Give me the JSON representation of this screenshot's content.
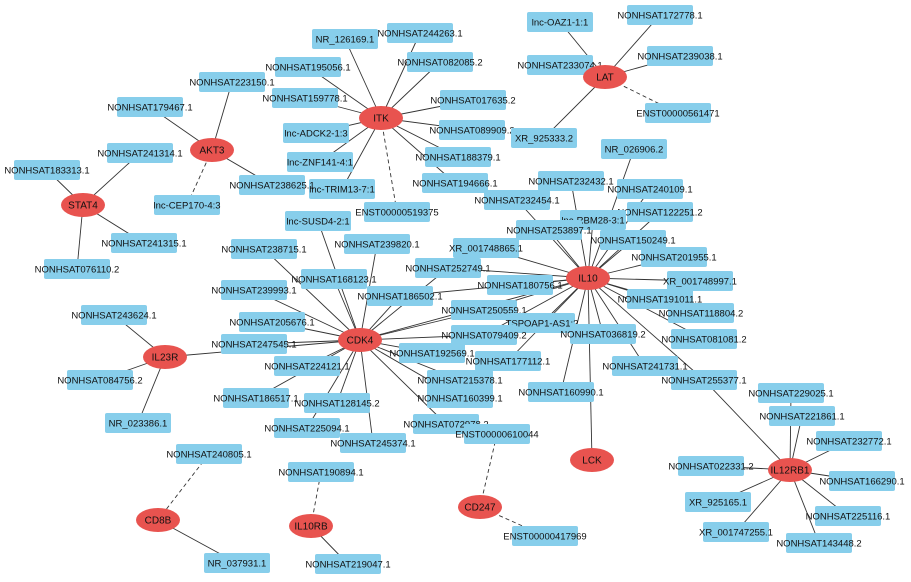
{
  "style": {
    "lnc_fill": "#87ceeb",
    "hub_fill": "#e8534f",
    "edge_color": "#333333"
  },
  "hubs": [
    {
      "id": "ITK",
      "label": "ITK"
    },
    {
      "id": "LAT",
      "label": "LAT"
    },
    {
      "id": "AKT3",
      "label": "AKT3"
    },
    {
      "id": "STAT4",
      "label": "STAT4"
    },
    {
      "id": "IL10",
      "label": "IL10"
    },
    {
      "id": "CDK4",
      "label": "CDK4"
    },
    {
      "id": "IL23R",
      "label": "IL23R"
    },
    {
      "id": "LCK",
      "label": "LCK"
    },
    {
      "id": "IL12RB1",
      "label": "IL12RB1"
    },
    {
      "id": "CD8B",
      "label": "CD8B"
    },
    {
      "id": "IL10RB",
      "label": "IL10RB"
    },
    {
      "id": "CD247",
      "label": "CD247"
    }
  ],
  "lnc": [
    {
      "id": "n1",
      "label": "NR_126169.1"
    },
    {
      "id": "n2",
      "label": "NONHSAT244263.1"
    },
    {
      "id": "n3",
      "label": "NONHSAT195056.1"
    },
    {
      "id": "n4",
      "label": "NONHSAT082085.2"
    },
    {
      "id": "n5",
      "label": "NONHSAT223150.1"
    },
    {
      "id": "n6",
      "label": "NONHSAT159778.1"
    },
    {
      "id": "n7",
      "label": "NONHSAT017635.2"
    },
    {
      "id": "n8",
      "label": "NONHSAT179467.1"
    },
    {
      "id": "n9",
      "label": "lnc-ADCK2-1:3"
    },
    {
      "id": "n10",
      "label": "NONHSAT089909.2"
    },
    {
      "id": "n11",
      "label": "lnc-ZNF141-4:1"
    },
    {
      "id": "n12",
      "label": "NONHSAT188379.1"
    },
    {
      "id": "n13",
      "label": "NONHSAT194666.1"
    },
    {
      "id": "n14",
      "label": "lnc-TRIM13-7:1"
    },
    {
      "id": "n15",
      "label": "ENST00000519375"
    },
    {
      "id": "n16",
      "label": "lnc-OAZ1-1:1"
    },
    {
      "id": "n17",
      "label": "NONHSAT172778.1"
    },
    {
      "id": "n18",
      "label": "NONHSAT239038.1"
    },
    {
      "id": "n19",
      "label": "NONHSAT233074.1"
    },
    {
      "id": "n20",
      "label": "ENST00000561471"
    },
    {
      "id": "n21",
      "label": "XR_925333.2"
    },
    {
      "id": "n22",
      "label": "NR_026906.2"
    },
    {
      "id": "n23",
      "label": "NONHSAT241314.1"
    },
    {
      "id": "n24",
      "label": "NONHSAT183313.1"
    },
    {
      "id": "n25",
      "label": "NONHSAT238625.1"
    },
    {
      "id": "n26",
      "label": "lnc-CEP170-4:3"
    },
    {
      "id": "n27",
      "label": "NONHSAT241315.1"
    },
    {
      "id": "n28",
      "label": "NONHSAT076110.2"
    },
    {
      "id": "n29",
      "label": "NONHSAT232432.1"
    },
    {
      "id": "n30",
      "label": "NONHSAT240109.1"
    },
    {
      "id": "n31",
      "label": "NONHSAT232454.1"
    },
    {
      "id": "n32",
      "label": "NONHSAT122251.2"
    },
    {
      "id": "n33",
      "label": "lnc-RBM28-3:1"
    },
    {
      "id": "n34",
      "label": "NONHSAT253897.1"
    },
    {
      "id": "n35",
      "label": "NONHSAT150249.1"
    },
    {
      "id": "n36",
      "label": "lnc-SUSD4-2:1"
    },
    {
      "id": "n37",
      "label": "XR_001748865.1"
    },
    {
      "id": "n38",
      "label": "NONHSAT201955.1"
    },
    {
      "id": "n39",
      "label": "NONHSAT238715.1"
    },
    {
      "id": "n40",
      "label": "NONHSAT239820.1"
    },
    {
      "id": "n41",
      "label": "NONHSAT252749.1"
    },
    {
      "id": "n42",
      "label": "XR_001748997.1"
    },
    {
      "id": "n43",
      "label": "NONHSAT168123.1"
    },
    {
      "id": "n44",
      "label": "NONHSAT239993.1"
    },
    {
      "id": "n45",
      "label": "NONHSAT186502.1"
    },
    {
      "id": "n46",
      "label": "NONHSAT180756.1"
    },
    {
      "id": "n47",
      "label": "NONHSAT191011.1"
    },
    {
      "id": "n48",
      "label": "NONHSAT243624.1"
    },
    {
      "id": "n49",
      "label": "NONHSAT205676.1"
    },
    {
      "id": "n50",
      "label": "NONHSAT250559.1"
    },
    {
      "id": "n51",
      "label": "NONHSAT118804.2"
    },
    {
      "id": "n52",
      "label": "TSPOAP1-AS1:2"
    },
    {
      "id": "n53",
      "label": "NONHSAT247545.1"
    },
    {
      "id": "n54",
      "label": "NONHSAT079409.2"
    },
    {
      "id": "n55",
      "label": "NONHSAT036819.2"
    },
    {
      "id": "n56",
      "label": "NONHSAT081081.2"
    },
    {
      "id": "n57",
      "label": "NONHSAT192569.1"
    },
    {
      "id": "n58",
      "label": "NONHSAT084756.2"
    },
    {
      "id": "n59",
      "label": "NONHSAT224121.1"
    },
    {
      "id": "n60",
      "label": "NONHSAT177112.1"
    },
    {
      "id": "n61",
      "label": "NONHSAT241731.1"
    },
    {
      "id": "n62",
      "label": "NONHSAT215378.1"
    },
    {
      "id": "n63",
      "label": "NONHSAT255377.1"
    },
    {
      "id": "n64",
      "label": "NONHSAT186517.1"
    },
    {
      "id": "n65",
      "label": "NONHSAT128145.2"
    },
    {
      "id": "n66",
      "label": "NONHSAT160399.1"
    },
    {
      "id": "n67",
      "label": "NR_023386.1"
    },
    {
      "id": "n68",
      "label": "NONHSAT160990.1"
    },
    {
      "id": "n69",
      "label": "NONHSAT229025.1"
    },
    {
      "id": "n70",
      "label": "NONHSAT225094.1"
    },
    {
      "id": "n71",
      "label": "NONHSAT072978.2"
    },
    {
      "id": "n72",
      "label": "NONHSAT221861.1"
    },
    {
      "id": "n73",
      "label": "NONHSAT245374.1"
    },
    {
      "id": "n74",
      "label": "ENST00000610044"
    },
    {
      "id": "n75",
      "label": "NONHSAT240805.1"
    },
    {
      "id": "n76",
      "label": "NONHSAT232772.1"
    },
    {
      "id": "n77",
      "label": "NONHSAT022331.2"
    },
    {
      "id": "n78",
      "label": "NONHSAT190894.1"
    },
    {
      "id": "n79",
      "label": "NONHSAT166290.1"
    },
    {
      "id": "n80",
      "label": "XR_925165.1"
    },
    {
      "id": "n81",
      "label": "NONHSAT225116.1"
    },
    {
      "id": "n82",
      "label": "XR_001747255.1"
    },
    {
      "id": "n83",
      "label": "NONHSAT143448.2"
    },
    {
      "id": "n84",
      "label": "ENST00000417969"
    },
    {
      "id": "n85",
      "label": "NR_037931.1"
    },
    {
      "id": "n86",
      "label": "NONHSAT219047.1"
    }
  ],
  "edges": [
    [
      "ITK",
      "n1",
      "s"
    ],
    [
      "ITK",
      "n2",
      "s"
    ],
    [
      "ITK",
      "n3",
      "s"
    ],
    [
      "ITK",
      "n4",
      "s"
    ],
    [
      "ITK",
      "n6",
      "s"
    ],
    [
      "ITK",
      "n7",
      "s"
    ],
    [
      "ITK",
      "n9",
      "s"
    ],
    [
      "ITK",
      "n10",
      "s"
    ],
    [
      "ITK",
      "n11",
      "s"
    ],
    [
      "ITK",
      "n12",
      "s"
    ],
    [
      "ITK",
      "n13",
      "s"
    ],
    [
      "ITK",
      "n14",
      "s"
    ],
    [
      "ITK",
      "n15",
      "d"
    ],
    [
      "LAT",
      "n16",
      "s"
    ],
    [
      "LAT",
      "n17",
      "s"
    ],
    [
      "LAT",
      "n18",
      "s"
    ],
    [
      "LAT",
      "n19",
      "s"
    ],
    [
      "LAT",
      "n20",
      "d"
    ],
    [
      "LAT",
      "n21",
      "s"
    ],
    [
      "AKT3",
      "n5",
      "s"
    ],
    [
      "AKT3",
      "n8",
      "s"
    ],
    [
      "AKT3",
      "n25",
      "s"
    ],
    [
      "AKT3",
      "n26",
      "d"
    ],
    [
      "STAT4",
      "n23",
      "s"
    ],
    [
      "STAT4",
      "n24",
      "s"
    ],
    [
      "STAT4",
      "n27",
      "s"
    ],
    [
      "STAT4",
      "n28",
      "s"
    ],
    [
      "IL10",
      "n22",
      "s"
    ],
    [
      "IL10",
      "n29",
      "s"
    ],
    [
      "IL10",
      "n30",
      "s"
    ],
    [
      "IL10",
      "n31",
      "s"
    ],
    [
      "IL10",
      "n32",
      "s"
    ],
    [
      "IL10",
      "n33",
      "s"
    ],
    [
      "IL10",
      "n34",
      "s"
    ],
    [
      "IL10",
      "n35",
      "s"
    ],
    [
      "IL10",
      "n37",
      "s"
    ],
    [
      "IL10",
      "n38",
      "s"
    ],
    [
      "IL10",
      "n41",
      "s"
    ],
    [
      "IL10",
      "n42",
      "s"
    ],
    [
      "IL10",
      "n46",
      "s"
    ],
    [
      "IL10",
      "n47",
      "s"
    ],
    [
      "IL10",
      "n50",
      "s"
    ],
    [
      "IL10",
      "n51",
      "s"
    ],
    [
      "IL10",
      "n52",
      "s"
    ],
    [
      "IL10",
      "n54",
      "s"
    ],
    [
      "IL10",
      "n55",
      "s"
    ],
    [
      "IL10",
      "n56",
      "s"
    ],
    [
      "IL10",
      "n60",
      "s"
    ],
    [
      "IL10",
      "n61",
      "s"
    ],
    [
      "IL10",
      "n63",
      "s"
    ],
    [
      "IL10",
      "n68",
      "s"
    ],
    [
      "IL10",
      "LCK",
      "s"
    ],
    [
      "IL10",
      "CDK4",
      "s"
    ],
    [
      "IL10",
      "n45",
      "s"
    ],
    [
      "CDK4",
      "n36",
      "s"
    ],
    [
      "CDK4",
      "n39",
      "s"
    ],
    [
      "CDK4",
      "n40",
      "s"
    ],
    [
      "CDK4",
      "n43",
      "s"
    ],
    [
      "CDK4",
      "n44",
      "s"
    ],
    [
      "CDK4",
      "n45",
      "s"
    ],
    [
      "CDK4",
      "n49",
      "s"
    ],
    [
      "CDK4",
      "n53",
      "s"
    ],
    [
      "CDK4",
      "n57",
      "s"
    ],
    [
      "CDK4",
      "n59",
      "s"
    ],
    [
      "CDK4",
      "n62",
      "s"
    ],
    [
      "CDK4",
      "n64",
      "s"
    ],
    [
      "CDK4",
      "n65",
      "s"
    ],
    [
      "CDK4",
      "n66",
      "s"
    ],
    [
      "CDK4",
      "n70",
      "s"
    ],
    [
      "CDK4",
      "n71",
      "s"
    ],
    [
      "CDK4",
      "n73",
      "s"
    ],
    [
      "CDK4",
      "n50",
      "s"
    ],
    [
      "CDK4",
      "n54",
      "s"
    ],
    [
      "CDK4",
      "n41",
      "s"
    ],
    [
      "CDK4",
      "IL23R",
      "s"
    ],
    [
      "IL23R",
      "n48",
      "s"
    ],
    [
      "IL23R",
      "n58",
      "s"
    ],
    [
      "IL23R",
      "n67",
      "s"
    ],
    [
      "IL12RB1",
      "n69",
      "s"
    ],
    [
      "IL12RB1",
      "n72",
      "s"
    ],
    [
      "IL12RB1",
      "n76",
      "s"
    ],
    [
      "IL12RB1",
      "n77",
      "s"
    ],
    [
      "IL12RB1",
      "n79",
      "s"
    ],
    [
      "IL12RB1",
      "n80",
      "s"
    ],
    [
      "IL12RB1",
      "n81",
      "s"
    ],
    [
      "IL12RB1",
      "n82",
      "s"
    ],
    [
      "IL12RB1",
      "n83",
      "s"
    ],
    [
      "IL12RB1",
      "n63",
      "s"
    ],
    [
      "CD8B",
      "n75",
      "d"
    ],
    [
      "CD8B",
      "n85",
      "s"
    ],
    [
      "IL10RB",
      "n78",
      "d"
    ],
    [
      "IL10RB",
      "n86",
      "s"
    ],
    [
      "CD247",
      "n74",
      "d"
    ],
    [
      "CD247",
      "n84",
      "d"
    ]
  ]
}
